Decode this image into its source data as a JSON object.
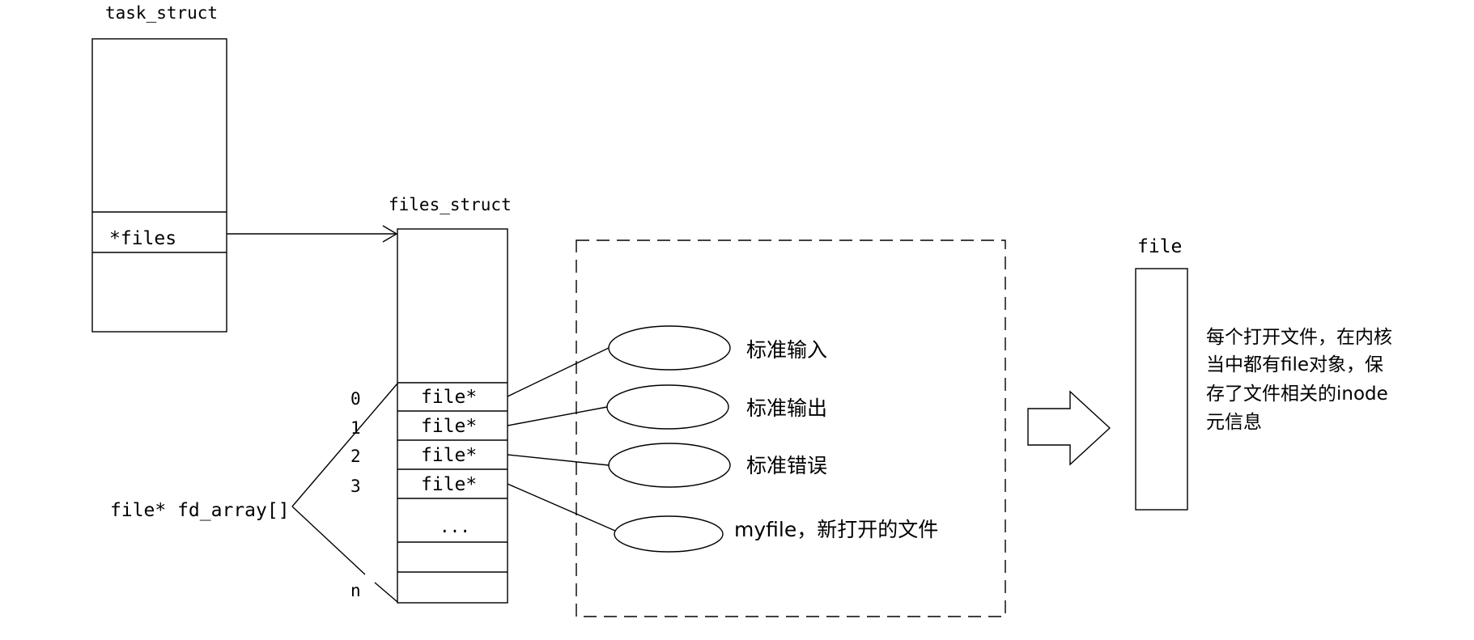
{
  "task_struct": {
    "title": "task_struct",
    "files_field": "*files"
  },
  "files_struct": {
    "title": "files_struct",
    "slots": [
      "file*",
      "file*",
      "file*",
      "file*"
    ],
    "ellipsis": "...",
    "indices": [
      "0",
      "1",
      "2",
      "3"
    ],
    "last_index": "n"
  },
  "fd_array_label": "file* fd_array[]",
  "open_files": [
    {
      "label": "标准输入"
    },
    {
      "label": "标准输出"
    },
    {
      "label": "标准错误"
    },
    {
      "label": "myfile，新打开的文件"
    }
  ],
  "file_object": {
    "title": "file",
    "description_lines": [
      "每个打开文件，在内核",
      "当中都有file对象，保",
      "存了文件相关的inode",
      "元信息"
    ]
  }
}
